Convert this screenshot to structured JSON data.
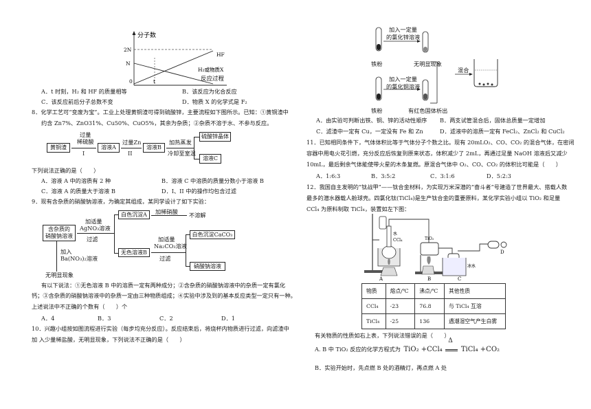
{
  "left": {
    "graph": {
      "y_label": "分子数",
      "y_ticks": [
        "2N",
        "N"
      ],
      "x_ticks": [
        "0",
        "t"
      ],
      "hf_label": "HF",
      "h2_label": "H₂或物质X",
      "x_label": "反应过程"
    },
    "q7_options": {
      "a": "A．t 时刻，H₂ 和 HF 的质量相等",
      "b": "B．该反应为化合反应",
      "c": "C．该反应前后分子总数不变",
      "d": "D．物质 X 的化学式是 F₂"
    },
    "q8": {
      "stem1": "8．化学工艺可“变废为宝”。工业上处理黄铜渣可得到硫酸锌，主要流程如下图所示。已知：①黄铜渣中",
      "stem2": "约含 Zn7%、ZnO31%、Cu50%、CuO5%，其余为杂质；②杂质不溶于水、不参与反应。",
      "flow": {
        "start": "黄铜渣",
        "step1_top1": "过量",
        "step1_top2": "稀硫酸",
        "step1_bottom": "I",
        "solA": "溶液A",
        "step2_top": "过量Zn",
        "step2_bottom": "II",
        "solB": "溶液B",
        "step3_top": "加热蒸发",
        "step3_bottom": "冷却至室温",
        "product": "硫酸锌晶体",
        "solC": "溶液C"
      },
      "prompt": "下列说法正确的是（　　）",
      "options": {
        "a": "A．溶液 A 中的溶质有 2 种",
        "b": "B．溶液 C 中溶质的质量分数小于溶液 B",
        "c": "C．溶液 A 的质量大于溶液 B",
        "d": "D．I、II 中的操作均包含过滤"
      }
    },
    "q9": {
      "stem": "9．现有含杂质的硝酸钠溶液，为确定其组成，某同学设计了如下实验：",
      "flow": {
        "start1": "含杂质的",
        "start2": "硝酸钠溶液",
        "reag1_1": "加适量",
        "reag1_2": "AgNO₃溶液",
        "reag1_3": "过滤",
        "white_agcl": "白色沉淀A",
        "hno3": "加稀硝酸",
        "insoluble": "不溶解",
        "colorless_b": "无色溶液B",
        "reag2_1": "加适量",
        "reag2_2": "Na₂CO₃溶液",
        "reag2_3": "过滤",
        "white_caco3": "白色沉淀CaCO₃",
        "nano3": "硝酸钠溶液",
        "down1": "加入",
        "down2": "Ba(NO₃)₂溶液",
        "no_phenom": "无明显现象"
      },
      "text1": "有以下说法：①无色溶液 B 中的溶质一定有两种成分；②含杂质的硝酸钠溶液中的杂质一定有氯化",
      "text2": "钙；③含杂质的硝酸钠溶液中的杂质一定由三种物质组成；④实验中涉及到的基本反应类型一定只有一种。",
      "text3": "上述说法中不正确的个数有（　　）个",
      "options": {
        "a": "A．4",
        "b": "B．3",
        "c": "C．2",
        "d": "D．1"
      }
    },
    "q10": {
      "stem1": "10．兴趣小组按如图流程进行实验（每步均充分反应）。反应结束后，将烧杯内物质进行过滤，向滤渣中",
      "stem2": "加 入少量稀盐酸，无明显现象，下列说法不正确的是（　　）"
    }
  },
  "right": {
    "figure10": {
      "top_reagent1": "加入一定量",
      "top_reagent2": "的氯化锌溶液",
      "bottom_reagent1": "加入一定量",
      "bottom_reagent2": "的氯化铜溶液",
      "iron1": "铁粉",
      "iron2": "铁粉",
      "no_phenom": "无明显现象",
      "red_solid": "有红色固体析出",
      "mix": "混合"
    },
    "q10_options": {
      "a": "A．由实验可判断出铁、铜、锌的活动性顺序",
      "b": "B．两支试管混合后，固体总质量一定增加",
      "c": "C．滤渣中一定有 Cu，一定没有 Fe 和 Zn",
      "d": "D．滤液中的溶质一定有 FeCl₂、ZnCl₂ 和 CuCl₂"
    },
    "q11": {
      "l1": "11．已知相同条件下，气体体积比等于气体分子个数之比。现有 20mLO₂、CO、CO₂ 的混合气体，在密闭",
      "l2": "容器中用电火花引燃，充分反应后恢复到原来状态，体积减少了 2mL，再通过足量 NaOH 溶液后又减少",
      "l3": "10mL，最后剩余气体能使带火星的木条复燃。原混合气体中 O₂、CO、CO₂ 的体积比可能是（　　）",
      "options": {
        "a": "A．1:6:3",
        "b": "B．3:5:2",
        "c": "C．3:1:6",
        "d": "D．5:2:3"
      }
    },
    "q12": {
      "l1": "12．我国自主发明的“钛战甲”——钛合金材料，为实现万米深潜的“奋斗者”号建造了世界最大、搭载人数",
      "l2": "最多的潜水器载人舱球壳。四氯化钛(TiCl₄)是生产钛合金的重要原料，某化学实验小组以 TiO₂ 和足量",
      "l3": "CCl₄ 为原料制取 TiCl₄，装置如左下图："
    },
    "apparatus": {
      "water_label": "水",
      "ccl4_label": "CCl₄",
      "tio2_label": "TiO₂",
      "ice_water": "冰水",
      "label_a": "A",
      "label_b": "B",
      "label_c": "C",
      "label_d": "D"
    },
    "table": {
      "headers": [
        "物质",
        "熔点/℃",
        "沸点/℃",
        "其他性质"
      ],
      "rows": [
        [
          "CCl₄",
          "-23",
          "76.8",
          "与 TiCl₄ 互溶"
        ],
        [
          "TiCl₄",
          "-25",
          "136",
          "遇潮湿空气产生白雾"
        ]
      ]
    },
    "after_table": "有关物质的性质如右上表，下列说法错误的是（　　）",
    "option_a_prefix": "A. B 中 TiO₂ 反应的化学方程式为",
    "equation_left": "TiO₂ +CCl₄",
    "equation_cond": "Δ",
    "equation_right": "TiCl₄ +CO₂",
    "option_b": "B．实验开始时，先点燃 B 处的酒精灯，再点燃 A 处"
  }
}
